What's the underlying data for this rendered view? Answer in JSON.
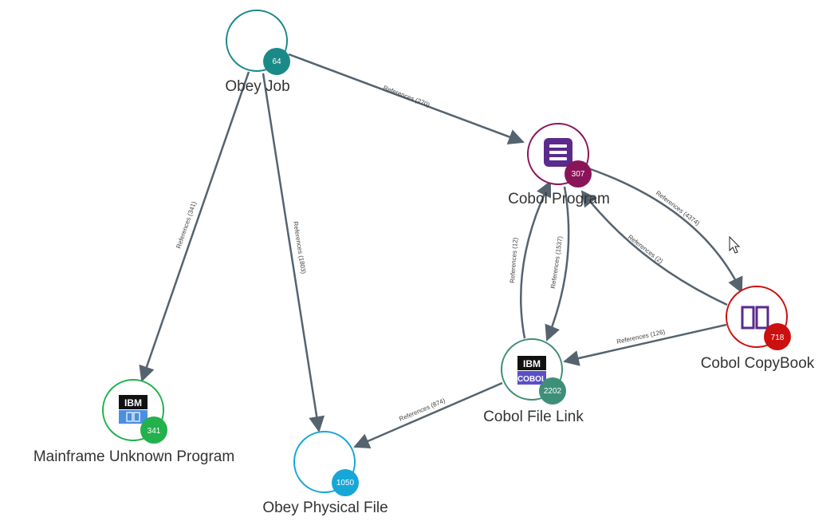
{
  "colors": {
    "edge": "#55636f",
    "obey_job": "#1a8a88",
    "cobol_program": "#8a1458",
    "cobol_copybook": "#cc1010",
    "cobol_file_link": "#3e8f78",
    "mainframe_unknown": "#22b14c",
    "obey_physical_file": "#16a7d8"
  },
  "nodes": {
    "obey_job": {
      "label": "Obey Job",
      "count": "64"
    },
    "cobol_program": {
      "label": "Cobol Program",
      "count": "307"
    },
    "cobol_copybook": {
      "label": "Cobol CopyBook",
      "count": "718"
    },
    "cobol_file_link": {
      "label": "Cobol File Link",
      "count": "2202"
    },
    "mainframe_unknown": {
      "label": "Mainframe Unknown Program",
      "count": "341"
    },
    "obey_physical_file": {
      "label": "Obey Physical File",
      "count": "1050"
    }
  },
  "icons": {
    "ibm_text": "IBM",
    "cobol_text": "COBOL"
  },
  "edges": {
    "job_to_program": "References (270)",
    "job_to_mainframe": "References (341)",
    "job_to_physical": "References (1803)",
    "program_to_copybook": "References (4374)",
    "copybook_to_program": "References (2)",
    "program_to_filelink": "References (1537)",
    "filelink_to_program": "References (12)",
    "copybook_to_filelink": "References (126)",
    "filelink_to_physical": "References (874)"
  }
}
